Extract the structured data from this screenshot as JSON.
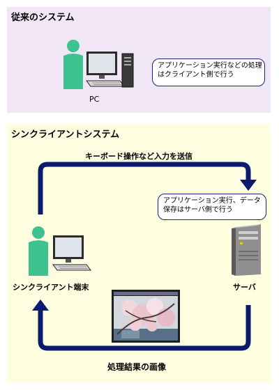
{
  "traditional": {
    "title": "従来のシステム",
    "pc_label": "PC",
    "note_lines": [
      "アプリケーション実行などの処理",
      "はクライアント側で行う"
    ],
    "icons": [
      "person-icon",
      "monitor-icon",
      "tower-icon"
    ]
  },
  "thin_client": {
    "title": "シンクライアントシステム",
    "input_arrow_label": "キーボード操作など入力を送信",
    "server_note_lines": [
      "アプリケーション実行、データ",
      "保存はサーバ側で行う"
    ],
    "terminal_label": "シンクライアント端末",
    "server_label": "サーバ",
    "output_arrow_label": "処理結果の画像",
    "icons": [
      "person-icon",
      "monitor-icon",
      "server-icon",
      "screen-image-icon",
      "arrow-icon"
    ]
  },
  "colors": {
    "person": "#3ec28f",
    "arrow": "#0d1a6e",
    "note_border": "#1a237e",
    "traditional_bg": "#f0e6f6",
    "thin_client_bg": "#fefde0"
  }
}
